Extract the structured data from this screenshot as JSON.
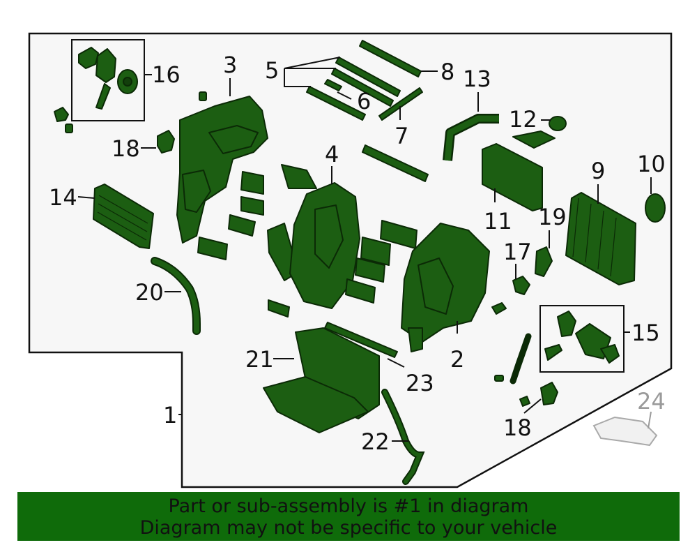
{
  "callouts": {
    "c1": "1",
    "c2": "2",
    "c3": "3",
    "c4": "4",
    "c5": "5",
    "c6": "6",
    "c7": "7",
    "c8": "8",
    "c9": "9",
    "c10": "10",
    "c11": "11",
    "c12": "12",
    "c13": "13",
    "c14": "14",
    "c15": "15",
    "c16": "16",
    "c17": "17",
    "c18a": "18",
    "c18b": "18",
    "c19": "19",
    "c20": "20",
    "c21": "21",
    "c22": "22",
    "c23": "23",
    "c24": "24"
  },
  "banner": {
    "line1": "Part or sub-assembly is #1 in diagram",
    "line2": "Diagram may not be specific to your vehicle"
  },
  "colors": {
    "part_fill": "#1c5e12",
    "banner_bg": "#0f6b0a",
    "panel_bg": "#f7f7f7"
  }
}
